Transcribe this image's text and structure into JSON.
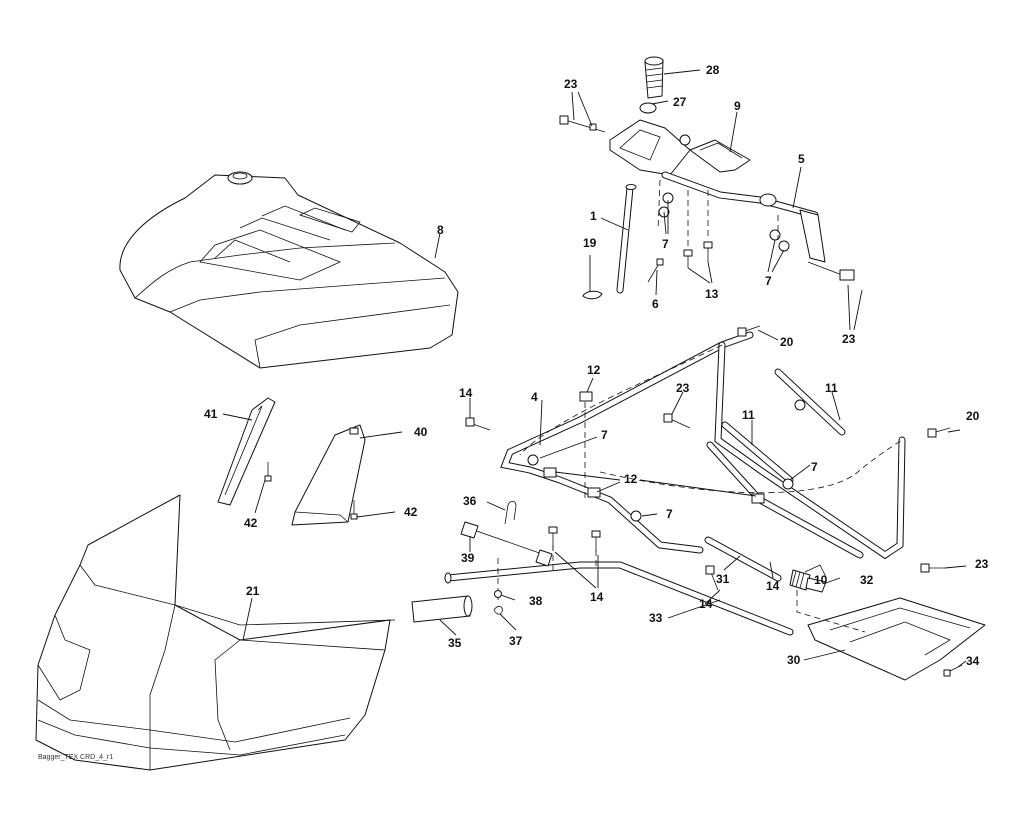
{
  "footer": {
    "drawing_id": "Bagger_TEX CRD_4_r1"
  },
  "callouts": {
    "c1": "1",
    "c4": "4",
    "c5": "5",
    "c6": "6",
    "c7a": "7",
    "c7b": "7",
    "c7c": "7",
    "c7d": "7",
    "c7e": "7",
    "c8": "8",
    "c9": "9",
    "c10": "10",
    "c11a": "11",
    "c11b": "11",
    "c12a": "12",
    "c12b": "12",
    "c13": "13",
    "c14a": "14",
    "c14b": "14",
    "c14c": "14",
    "c14d": "14",
    "c19": "19",
    "c20a": "20",
    "c20b": "20",
    "c21": "21",
    "c23a": "23",
    "c23b": "23",
    "c23c": "23",
    "c23d": "23",
    "c27": "27",
    "c28": "28",
    "c30": "30",
    "c31": "31",
    "c32": "32",
    "c33": "33",
    "c34": "34",
    "c35": "35",
    "c36": "36",
    "c37": "37",
    "c38": "38",
    "c39": "39",
    "c40": "40",
    "c41": "41",
    "c42a": "42",
    "c42b": "42"
  }
}
